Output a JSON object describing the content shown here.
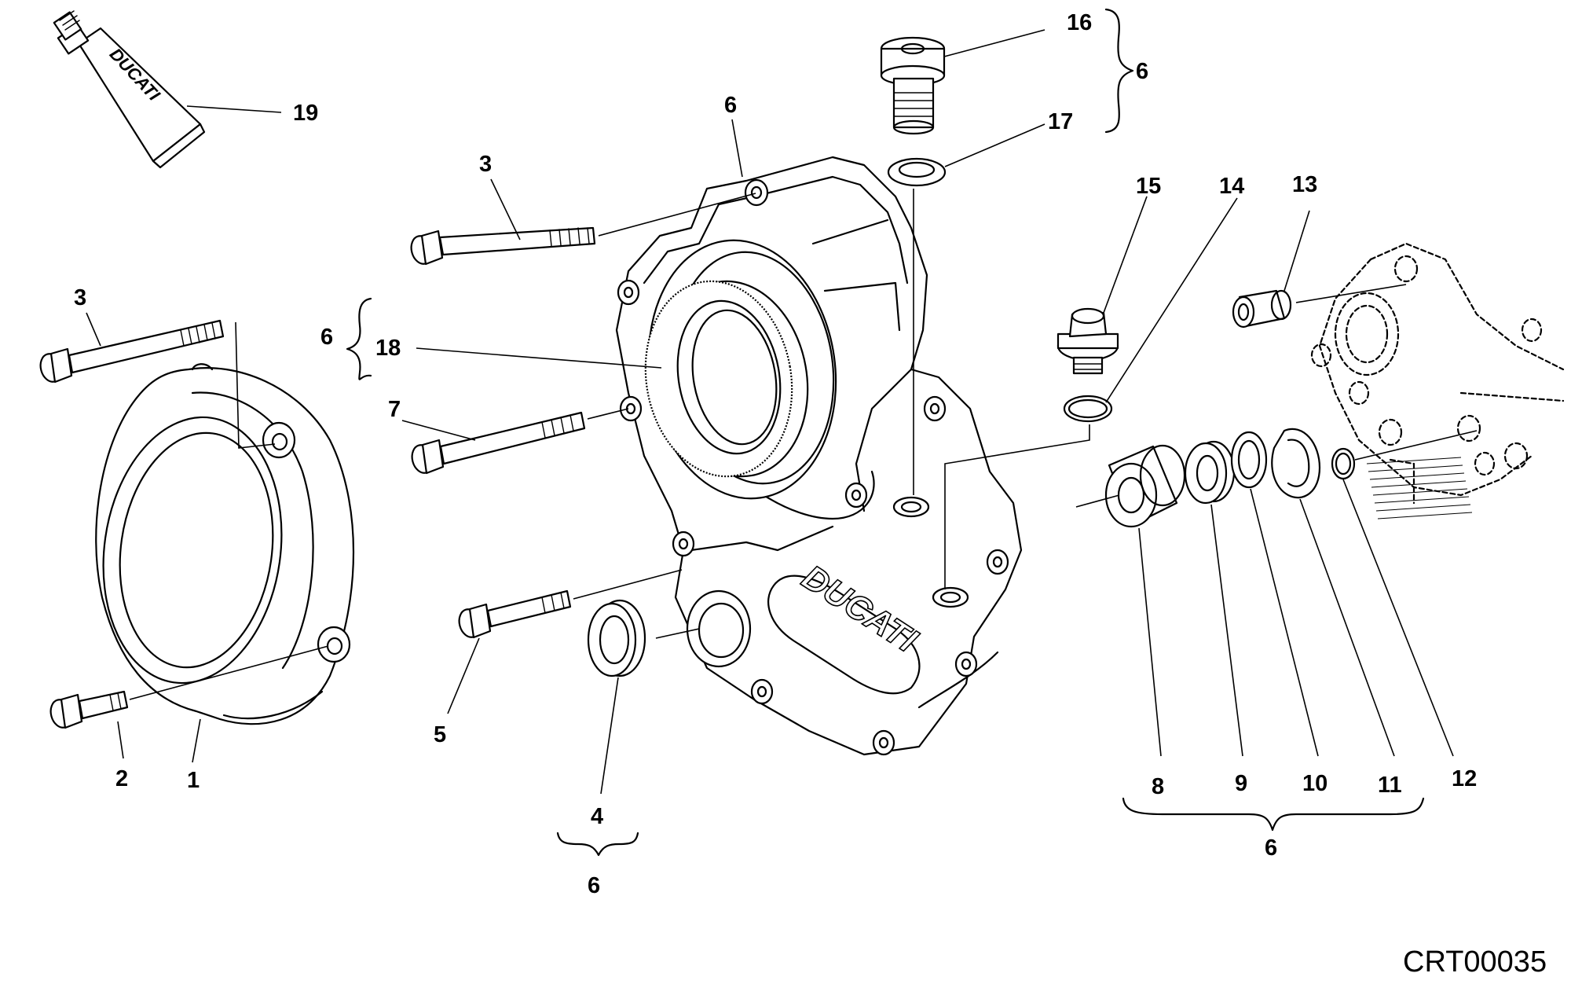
{
  "diagram": {
    "drawing_code": "CRT00035",
    "logo_text": "DUCATI",
    "callouts": {
      "c1": "1",
      "c2": "2",
      "c3a": "3",
      "c3b": "3",
      "c4": "4",
      "c5": "5",
      "c6_cover": "6",
      "c6_seal": "6",
      "c6_bolt": "6",
      "c6_kit4": "6",
      "c6_kit8": "6",
      "c7": "7",
      "c8": "8",
      "c9": "9",
      "c10": "10",
      "c11": "11",
      "c12": "12",
      "c13": "13",
      "c14": "14",
      "c15": "15",
      "c16": "16",
      "c17": "17",
      "c18": "18",
      "c19": "19"
    }
  }
}
